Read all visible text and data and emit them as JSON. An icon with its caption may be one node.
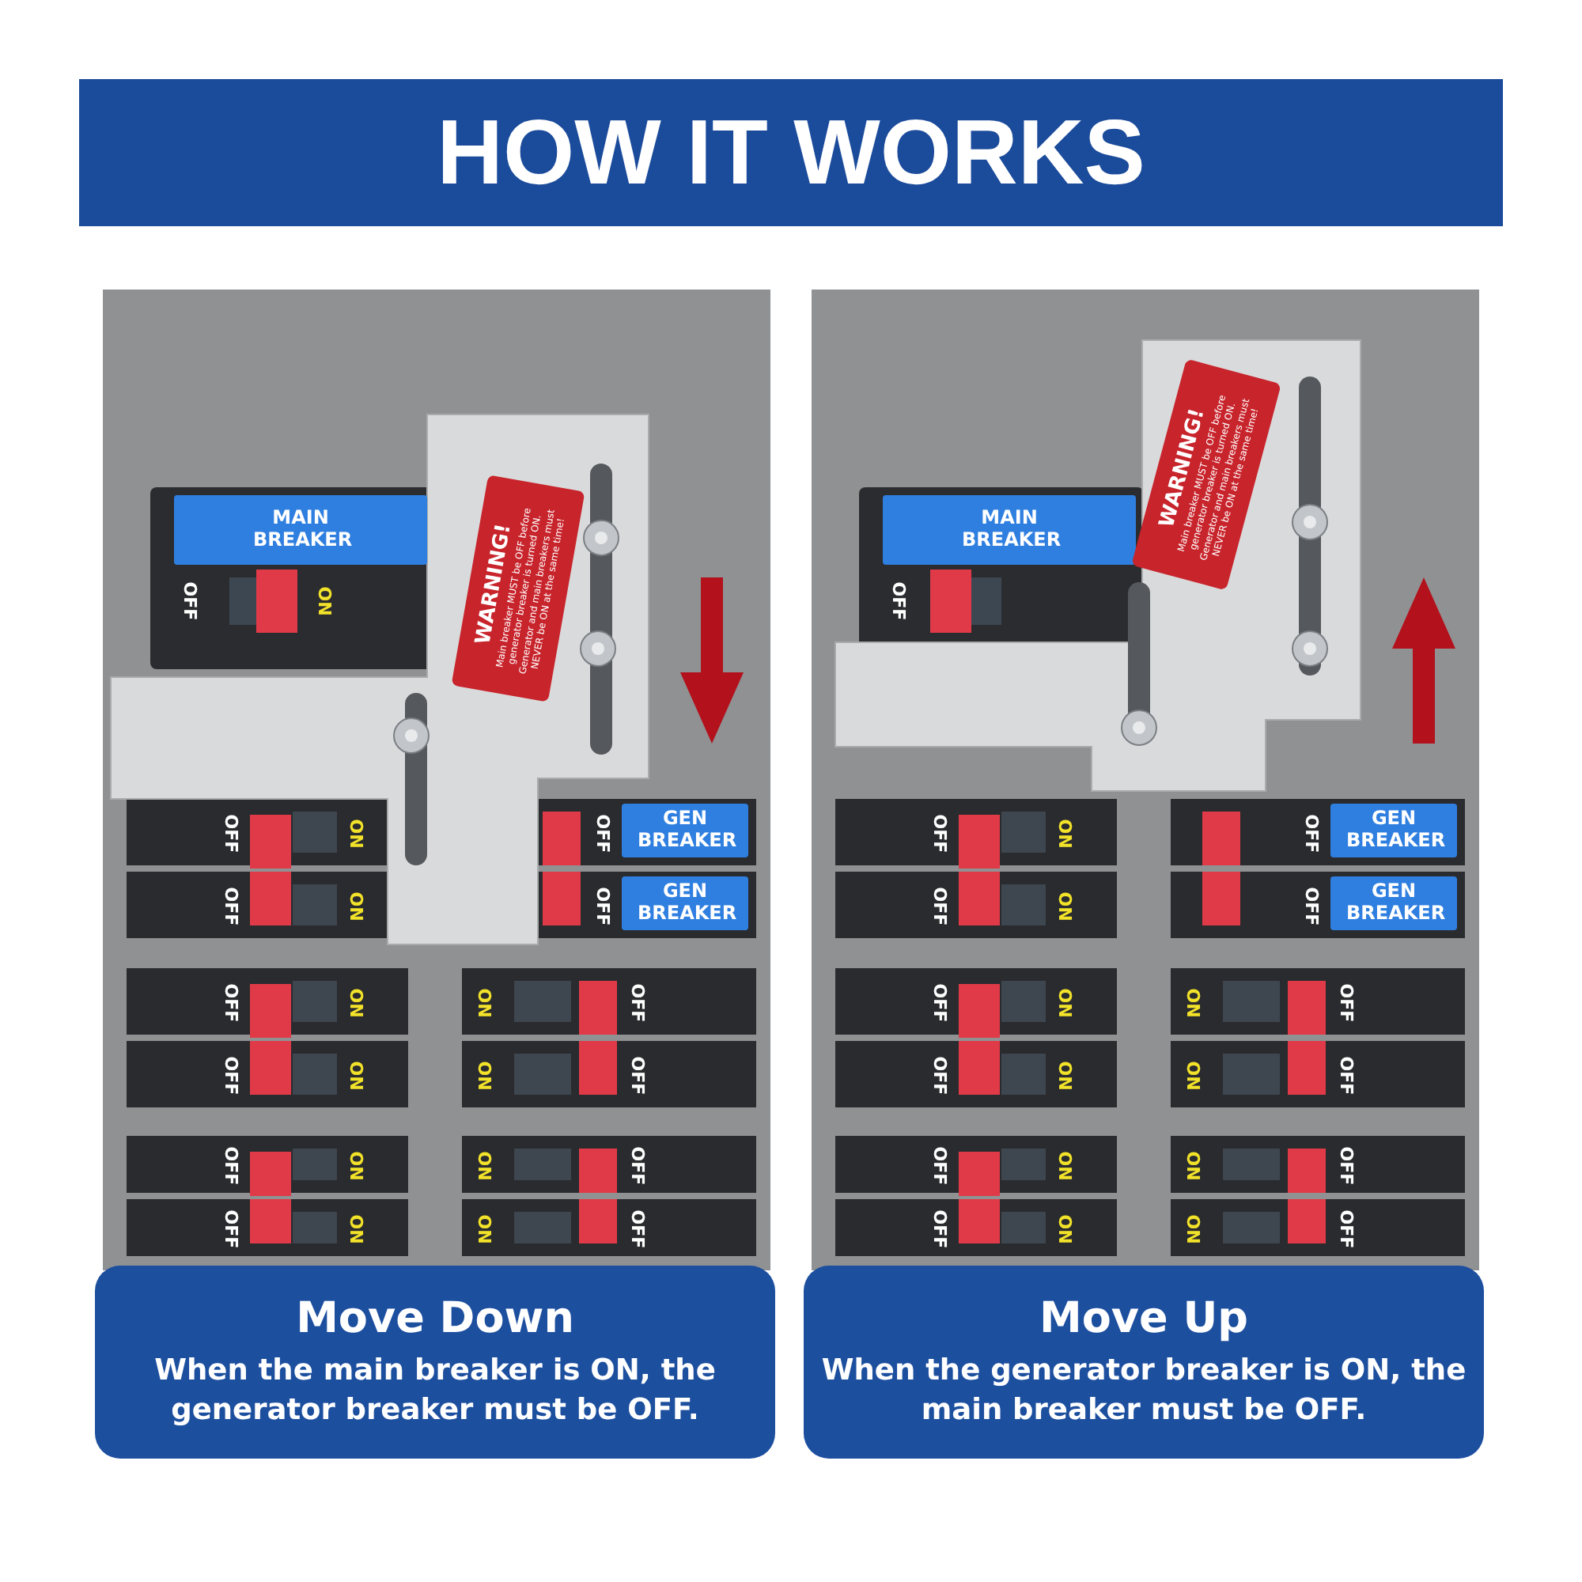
{
  "diagram": {
    "nodes": [
      {
        "text": [
          "HOW IT WORKS"
        ]
      },
      {
        "text": [
          "MAIN BREAKER"
        ]
      },
      {
        "text": [
          "WARNING!",
          "Main breaker MUST be OFF before generator breaker is turned ON. Generator and main breakers must NEVER be ON at the same time!"
        ]
      },
      {
        "text": [
          "GEN BREAKER"
        ]
      },
      {
        "text": [
          "GEN BREAKER"
        ]
      },
      {
        "text": [
          "Move Down",
          "When the main breaker is ON, the generator breaker must be OFF."
        ]
      },
      {
        "text": [
          "MAIN BREAKER"
        ]
      },
      {
        "text": [
          "WARNING!",
          "Main breaker MUST be OFF before generator breaker is turned ON. Generator and main breakers must NEVER be ON at the same time!"
        ]
      },
      {
        "text": [
          "GEN BREAKER"
        ]
      },
      {
        "text": [
          "GEN BREAKER"
        ]
      },
      {
        "text": [
          "Move Up",
          "When the generator breaker is ON, the main breaker must be OFF."
        ]
      }
    ],
    "labels": [
      "OFF",
      "ON",
      "OFF",
      "ON",
      "OFF",
      "OFF",
      "ON",
      "OFF",
      "OFF",
      "ON",
      "ON",
      "OFF",
      "OFF",
      "ON",
      "ON",
      "OFF",
      "OFF",
      "ON",
      "ON",
      "OFF",
      "OFF",
      "ON",
      "ON",
      "OFF",
      "OFF",
      "OFF",
      "ON",
      "OFF",
      "OFF",
      "ON",
      "OFF",
      "OFF",
      "ON",
      "ON",
      "OFF",
      "OFF",
      "ON",
      "ON",
      "OFF",
      "OFF",
      "ON",
      "ON",
      "OFF",
      "OFF",
      "ON",
      "ON",
      "OFF"
    ]
  }
}
